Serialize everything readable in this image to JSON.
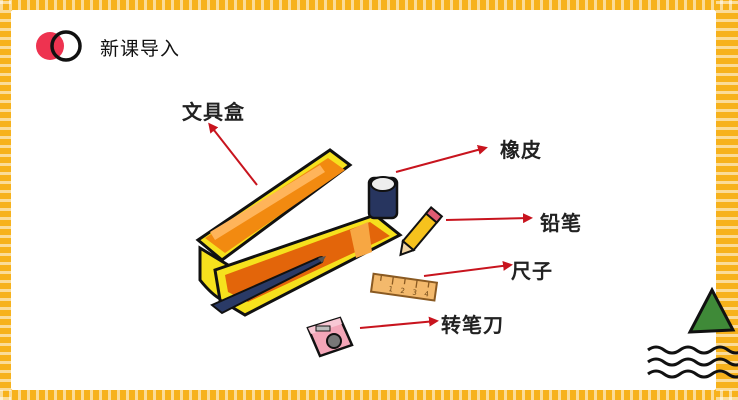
{
  "slide": {
    "title": "新课导入",
    "labels": {
      "pencil_case": "文具盒",
      "eraser": "橡皮",
      "pencil": "铅笔",
      "ruler": "尺子",
      "sharpener": "转笔刀"
    },
    "ruler_marks": [
      "1",
      "2",
      "3",
      "4"
    ]
  },
  "colors": {
    "border_yellow": "#f7b21c",
    "arrow_red": "#c8141e",
    "logo_red": "#ee3350",
    "case_orange": "#f28a10",
    "triangle_green": "#3f8a38"
  },
  "icons": [
    "logo-circles-icon",
    "pencil-case-icon",
    "eraser-icon",
    "pencil-icon",
    "ruler-icon",
    "sharpener-icon",
    "triangle-decoration-icon",
    "wave-decoration-icon"
  ]
}
